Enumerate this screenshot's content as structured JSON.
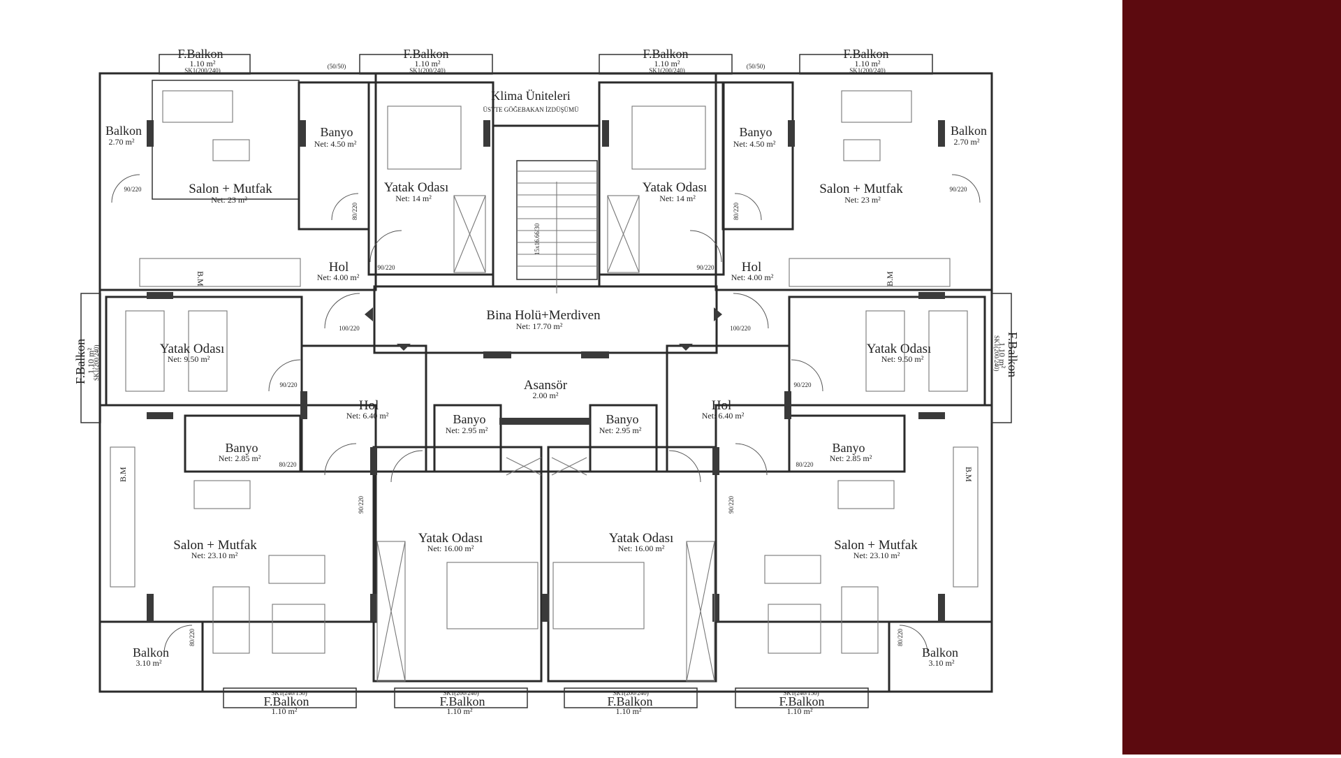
{
  "colors": {
    "side_panel": "#5c0a0f",
    "walls": "#2a2a2a",
    "background": "#ffffff"
  },
  "elevator_title": "Klima Üniteleri",
  "elevator_note": "ÜSTTE GÖĞEBAKAN İZDÜŞÜMÜ",
  "stair_note": "15x16.66/30",
  "rooms": {
    "fbalkon_top_1": {
      "name": "F.Balkon",
      "area": "1.10 m²",
      "code": "SK1(200/240)"
    },
    "fbalkon_top_2": {
      "name": "F.Balkon",
      "area": "1.10 m²",
      "code": "SK1(200/240)"
    },
    "fbalkon_top_3": {
      "name": "F.Balkon",
      "area": "1.10 m²",
      "code": "SK1(200/240)"
    },
    "fbalkon_top_4": {
      "name": "F.Balkon",
      "area": "1.10 m²",
      "code": "SK1(200/240)"
    },
    "balkon_tl": {
      "name": "Balkon",
      "area": "2.70 m²"
    },
    "balkon_tr": {
      "name": "Balkon",
      "area": "2.70 m²"
    },
    "banyo_tl": {
      "name": "Banyo",
      "area": "Net: 4.50 m²"
    },
    "banyo_tr": {
      "name": "Banyo",
      "area": "Net: 4.50 m²"
    },
    "salon_tl": {
      "name": "Salon + Mutfak",
      "area": "Net: 23 m²"
    },
    "salon_tr": {
      "name": "Salon + Mutfak",
      "area": "Net: 23 m²"
    },
    "yatak_tl": {
      "name": "Yatak Odası",
      "area": "Net: 14 m²"
    },
    "yatak_tr": {
      "name": "Yatak Odası",
      "area": "Net: 14 m²"
    },
    "hol_tl": {
      "name": "Hol",
      "area": "Net: 4.00 m²"
    },
    "hol_tr": {
      "name": "Hol",
      "area": "Net: 4.00 m²"
    },
    "bina_holu": {
      "name": "Bina Holü+Merdiven",
      "area": "Net: 17.70 m²"
    },
    "yatak_ml": {
      "name": "Yatak Odası",
      "area": "Net: 9.50 m²"
    },
    "yatak_mr": {
      "name": "Yatak Odası",
      "area": "Net: 9.50 m²"
    },
    "fbalkon_l": {
      "name": "F.Balkon",
      "area": "1.10 m²",
      "code": "SK1(200/240)"
    },
    "fbalkon_r": {
      "name": "F.Balkon",
      "area": "1.10 m²",
      "code": "SK1(200/240)"
    },
    "asansor": {
      "name": "Asansör",
      "area": "2.00 m²"
    },
    "hol_ml": {
      "name": "Hol",
      "area": "Net: 6.40 m²"
    },
    "hol_mr": {
      "name": "Hol",
      "area": "Net: 6.40 m²"
    },
    "banyo_cl": {
      "name": "Banyo",
      "area": "Net: 2.95 m²"
    },
    "banyo_cr": {
      "name": "Banyo",
      "area": "Net: 2.95 m²"
    },
    "banyo_ml": {
      "name": "Banyo",
      "area": "Net: 2.85 m²"
    },
    "banyo_mr": {
      "name": "Banyo",
      "area": "Net: 2.85 m²"
    },
    "salon_bl": {
      "name": "Salon + Mutfak",
      "area": "Net: 23.10 m²"
    },
    "salon_br": {
      "name": "Salon + Mutfak",
      "area": "Net: 23.10 m²"
    },
    "yatak_bl": {
      "name": "Yatak Odası",
      "area": "Net: 16.00 m²"
    },
    "yatak_br": {
      "name": "Yatak Odası",
      "area": "Net: 16.00 m²"
    },
    "balkon_bl": {
      "name": "Balkon",
      "area": "3.10 m²"
    },
    "balkon_br": {
      "name": "Balkon",
      "area": "3.10 m²"
    },
    "fbalkon_bot_1": {
      "name": "F.Balkon",
      "area": "1.10 m²",
      "code": "SK1(240/150)"
    },
    "fbalkon_bot_2": {
      "name": "F.Balkon",
      "area": "1.10 m²",
      "code": "SK1(200/240)"
    },
    "fbalkon_bot_3": {
      "name": "F.Balkon",
      "area": "1.10 m²",
      "code": "SK1(200/240)"
    },
    "fbalkon_bot_4": {
      "name": "F.Balkon",
      "area": "1.10 m²",
      "code": "SK1(240/150)"
    }
  },
  "fixtures": {
    "bm": "B.M"
  },
  "door_codes": {
    "d90_220": "90/220",
    "d80_220": "80/220",
    "d100_220": "100/220",
    "window_50": "(50/50)"
  }
}
